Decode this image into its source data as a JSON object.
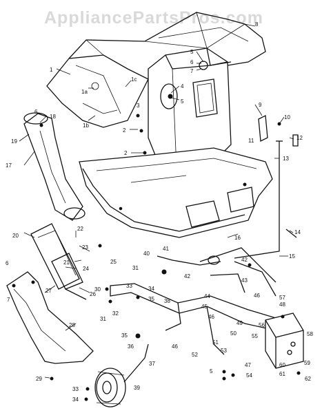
{
  "watermark": "AppliancePartsPros.com",
  "callouts": [
    {
      "id": "c1",
      "label": "1"
    },
    {
      "id": "c1a",
      "label": "1a"
    },
    {
      "id": "c1b",
      "label": "1b"
    },
    {
      "id": "c1c",
      "label": "1c"
    },
    {
      "id": "c2a",
      "label": "2"
    },
    {
      "id": "c2b",
      "label": "2"
    },
    {
      "id": "c3",
      "label": "3"
    },
    {
      "id": "c4",
      "label": "4"
    },
    {
      "id": "c5a",
      "label": "5"
    },
    {
      "id": "c5b",
      "label": "5"
    },
    {
      "id": "c5c",
      "label": "5"
    },
    {
      "id": "c6a",
      "label": "6"
    },
    {
      "id": "c6b",
      "label": "6"
    },
    {
      "id": "c6c",
      "label": "6"
    },
    {
      "id": "c7a",
      "label": "7"
    },
    {
      "id": "c7b",
      "label": "7"
    },
    {
      "id": "c8",
      "label": "8"
    },
    {
      "id": "c9",
      "label": "9"
    },
    {
      "id": "c10",
      "label": "10"
    },
    {
      "id": "c11",
      "label": "11"
    },
    {
      "id": "c12",
      "label": "12"
    },
    {
      "id": "c13",
      "label": "13"
    },
    {
      "id": "c14",
      "label": "14"
    },
    {
      "id": "c15",
      "label": "15"
    },
    {
      "id": "c16",
      "label": "16"
    },
    {
      "id": "c17",
      "label": "17"
    },
    {
      "id": "c18",
      "label": "18"
    },
    {
      "id": "c19",
      "label": "19"
    },
    {
      "id": "c20",
      "label": "20"
    },
    {
      "id": "c21",
      "label": "21"
    },
    {
      "id": "c22",
      "label": "22"
    },
    {
      "id": "c23",
      "label": "23"
    },
    {
      "id": "c24",
      "label": "24"
    },
    {
      "id": "c25",
      "label": "25"
    },
    {
      "id": "c26",
      "label": "26"
    },
    {
      "id": "c27",
      "label": "27"
    },
    {
      "id": "c28",
      "label": "28"
    },
    {
      "id": "c29",
      "label": "29"
    },
    {
      "id": "c30",
      "label": "30"
    },
    {
      "id": "c31a",
      "label": "31"
    },
    {
      "id": "c31b",
      "label": "31"
    },
    {
      "id": "c32",
      "label": "32"
    },
    {
      "id": "c33a",
      "label": "33"
    },
    {
      "id": "c33b",
      "label": "33"
    },
    {
      "id": "c34a",
      "label": "34"
    },
    {
      "id": "c34b",
      "label": "34"
    },
    {
      "id": "c35a",
      "label": "35"
    },
    {
      "id": "c35b",
      "label": "35"
    },
    {
      "id": "c36",
      "label": "36"
    },
    {
      "id": "c37",
      "label": "37"
    },
    {
      "id": "c38",
      "label": "38"
    },
    {
      "id": "c39",
      "label": "39"
    },
    {
      "id": "c40",
      "label": "40"
    },
    {
      "id": "c41",
      "label": "41"
    },
    {
      "id": "c42a",
      "label": "42"
    },
    {
      "id": "c42b",
      "label": "42"
    },
    {
      "id": "c43",
      "label": "43"
    },
    {
      "id": "c44",
      "label": "44"
    },
    {
      "id": "c45",
      "label": "45"
    },
    {
      "id": "c46a",
      "label": "46"
    },
    {
      "id": "c46b",
      "label": "46"
    },
    {
      "id": "c46c",
      "label": "46"
    },
    {
      "id": "c47",
      "label": "47"
    },
    {
      "id": "c48",
      "label": "48"
    },
    {
      "id": "c49",
      "label": "49"
    },
    {
      "id": "c50",
      "label": "50"
    },
    {
      "id": "c51",
      "label": "51"
    },
    {
      "id": "c52",
      "label": "52"
    },
    {
      "id": "c53",
      "label": "53"
    },
    {
      "id": "c54",
      "label": "54"
    },
    {
      "id": "c55",
      "label": "55"
    },
    {
      "id": "c56",
      "label": "56"
    },
    {
      "id": "c57",
      "label": "57"
    },
    {
      "id": "c58",
      "label": "58"
    },
    {
      "id": "c59",
      "label": "59"
    },
    {
      "id": "c60",
      "label": "60"
    },
    {
      "id": "c61",
      "label": "61"
    },
    {
      "id": "c62",
      "label": "62"
    }
  ]
}
